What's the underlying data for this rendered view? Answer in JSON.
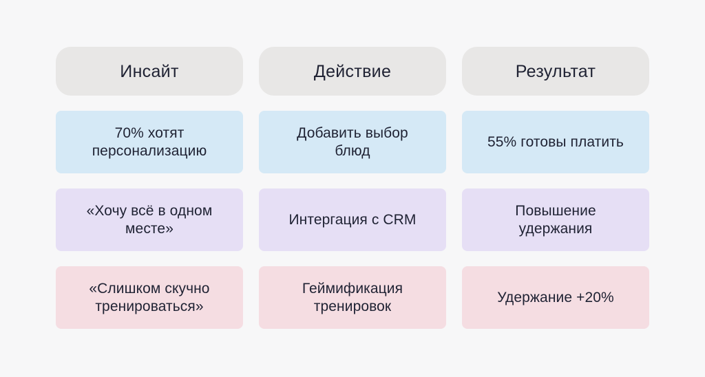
{
  "colors": {
    "background": "#f7f7f8",
    "header": "#e8e7e6",
    "blue": "#d5e9f6",
    "purple": "#e6dff5",
    "pink": "#f5dde2",
    "text": "#1f2233"
  },
  "headers": [
    "Инсайт",
    "Действие",
    "Результат"
  ],
  "rows": [
    {
      "color": "blue",
      "cells": [
        "70% хотят персонализацию",
        "Добавить выбор блюд",
        "55% готовы платить"
      ]
    },
    {
      "color": "purple",
      "cells": [
        "«Хочу всё в одном месте»",
        "Интергация с CRM",
        "Повышение удержания"
      ]
    },
    {
      "color": "pink",
      "cells": [
        "«Слишком скучно тренироваться»",
        "Геймификация тренировок",
        "Удержание +20%"
      ]
    }
  ]
}
